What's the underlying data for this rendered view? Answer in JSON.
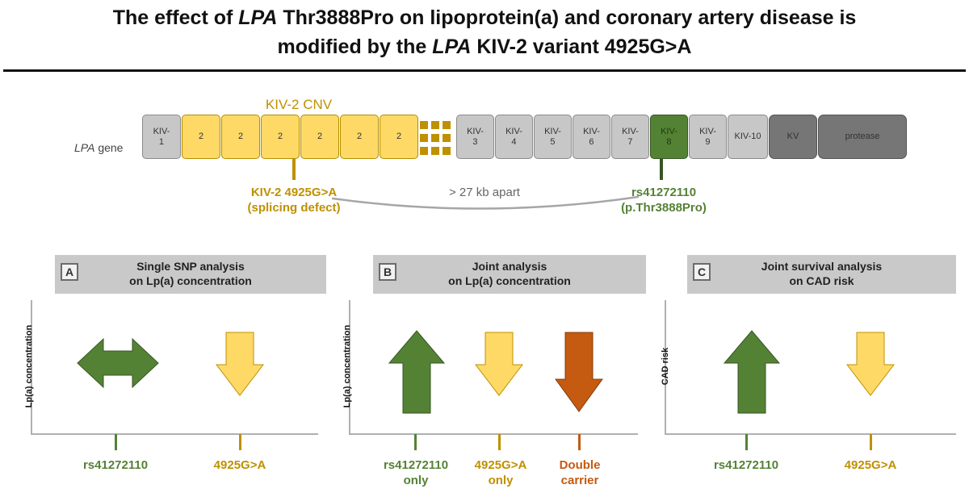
{
  "title": {
    "line1_a": "The effect of ",
    "line1_b": "LPA",
    "line1_c": " Thr3888Pro on lipoprotein(a) and coronary artery disease is",
    "line2_a": "modified by the ",
    "line2_b": "LPA",
    "line2_c": " KIV-2 variant 4925G>A"
  },
  "gene": {
    "label_italic": "LPA",
    "label_rest": " gene",
    "cnv_label": "KIV-2 CNV",
    "kiv1": [
      "KIV-",
      "1"
    ],
    "kiv2_repeats": [
      "2",
      "2",
      "2",
      "2",
      "2",
      "2"
    ],
    "kiv3": [
      "KIV-",
      "3"
    ],
    "kiv4": [
      "KIV-",
      "4"
    ],
    "kiv5": [
      "KIV-",
      "5"
    ],
    "kiv6": [
      "KIV-",
      "6"
    ],
    "kiv7": [
      "KIV-",
      "7"
    ],
    "kiv8": [
      "KIV-",
      "8"
    ],
    "kiv9": [
      "KIV-",
      "9"
    ],
    "kiv10": "KIV-10",
    "kv": "KV",
    "protease": "protease",
    "distance": "> 27 kb apart",
    "variant_left": [
      "KIV-2 4925G>A",
      "(splicing defect)"
    ],
    "variant_right": [
      "rs41272110",
      "(p.Thr3888Pro)"
    ]
  },
  "panels": [
    {
      "letter": "A",
      "title": [
        "Single SNP analysis",
        "on Lp(a) concentration"
      ],
      "ylabel": "Lp(a) concentration",
      "arrows": [
        {
          "label": [
            "rs41272110"
          ],
          "direction": "neutral",
          "color": "#548235"
        },
        {
          "label": [
            "4925G>A"
          ],
          "direction": "down",
          "color": "#ffd966"
        }
      ]
    },
    {
      "letter": "B",
      "title": [
        "Joint analysis",
        "on Lp(a) concentration"
      ],
      "ylabel": "Lp(a) concentration",
      "arrows": [
        {
          "label": [
            "rs41272110",
            "only"
          ],
          "direction": "up",
          "color": "#548235"
        },
        {
          "label": [
            "4925G>A",
            "only"
          ],
          "direction": "down",
          "color": "#ffd966"
        },
        {
          "label": [
            "Double",
            "carrier"
          ],
          "direction": "down",
          "color": "#c55a11"
        }
      ]
    },
    {
      "letter": "C",
      "title": [
        "Joint survival analysis",
        "on CAD risk"
      ],
      "ylabel": "CAD risk",
      "arrows": [
        {
          "label": [
            "rs41272110"
          ],
          "direction": "up",
          "color": "#548235"
        },
        {
          "label": [
            "4925G>A"
          ],
          "direction": "down",
          "color": "#ffd966"
        }
      ]
    }
  ]
}
